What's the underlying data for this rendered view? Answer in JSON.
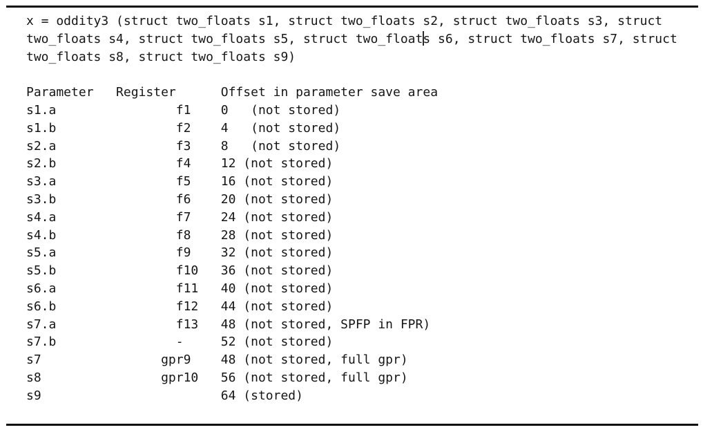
{
  "code": {
    "line1": "x = oddity3 (struct two_floats s1, struct two_floats s2, struct two_floats s3, struct",
    "line2_before_caret": "two_floats s4, struct two_floats s5, struct two_float",
    "line2_after_caret": "s s6, struct two_floats s7, struct",
    "line3": "two_floats s8, struct two_floats s9)"
  },
  "table": {
    "header": {
      "parameter": "Parameter",
      "register": "Register",
      "offset_heading": "Offset in parameter save area"
    },
    "rows": [
      {
        "parameter": "s1.a",
        "register": "f1",
        "offset": "0   (not stored)"
      },
      {
        "parameter": "s1.b",
        "register": "f2",
        "offset": "4   (not stored)"
      },
      {
        "parameter": "s2.a",
        "register": "f3",
        "offset": "8   (not stored)"
      },
      {
        "parameter": "s2.b",
        "register": "f4",
        "offset": "12 (not stored)"
      },
      {
        "parameter": "s3.a",
        "register": "f5",
        "offset": "16 (not stored)"
      },
      {
        "parameter": "s3.b",
        "register": "f6",
        "offset": "20 (not stored)"
      },
      {
        "parameter": "s4.a",
        "register": "f7",
        "offset": "24 (not stored)"
      },
      {
        "parameter": "s4.b",
        "register": "f8",
        "offset": "28 (not stored)"
      },
      {
        "parameter": "s5.a",
        "register": "f9",
        "offset": "32 (not stored)"
      },
      {
        "parameter": "s5.b",
        "register": "f10",
        "offset": "36 (not stored)"
      },
      {
        "parameter": "s6.a",
        "register": "f11",
        "offset": "40 (not stored)"
      },
      {
        "parameter": "s6.b",
        "register": "f12",
        "offset": "44 (not stored)"
      },
      {
        "parameter": "s7.a",
        "register": "f13",
        "offset": "48 (not stored, SPFP in FPR)"
      },
      {
        "parameter": "s7.b",
        "register": "-",
        "offset": "52 (not stored)"
      },
      {
        "parameter": "s7",
        "register": "gpr9",
        "offset": "48 (not stored, full gpr)"
      },
      {
        "parameter": "s8",
        "register": "gpr10",
        "offset": "56 (not stored, full gpr)"
      },
      {
        "parameter": "s9",
        "register": "",
        "offset": "64 (stored)"
      }
    ]
  },
  "colors": {
    "text": "#151515",
    "rule": "#0d0d0d",
    "background": "#ffffff"
  }
}
